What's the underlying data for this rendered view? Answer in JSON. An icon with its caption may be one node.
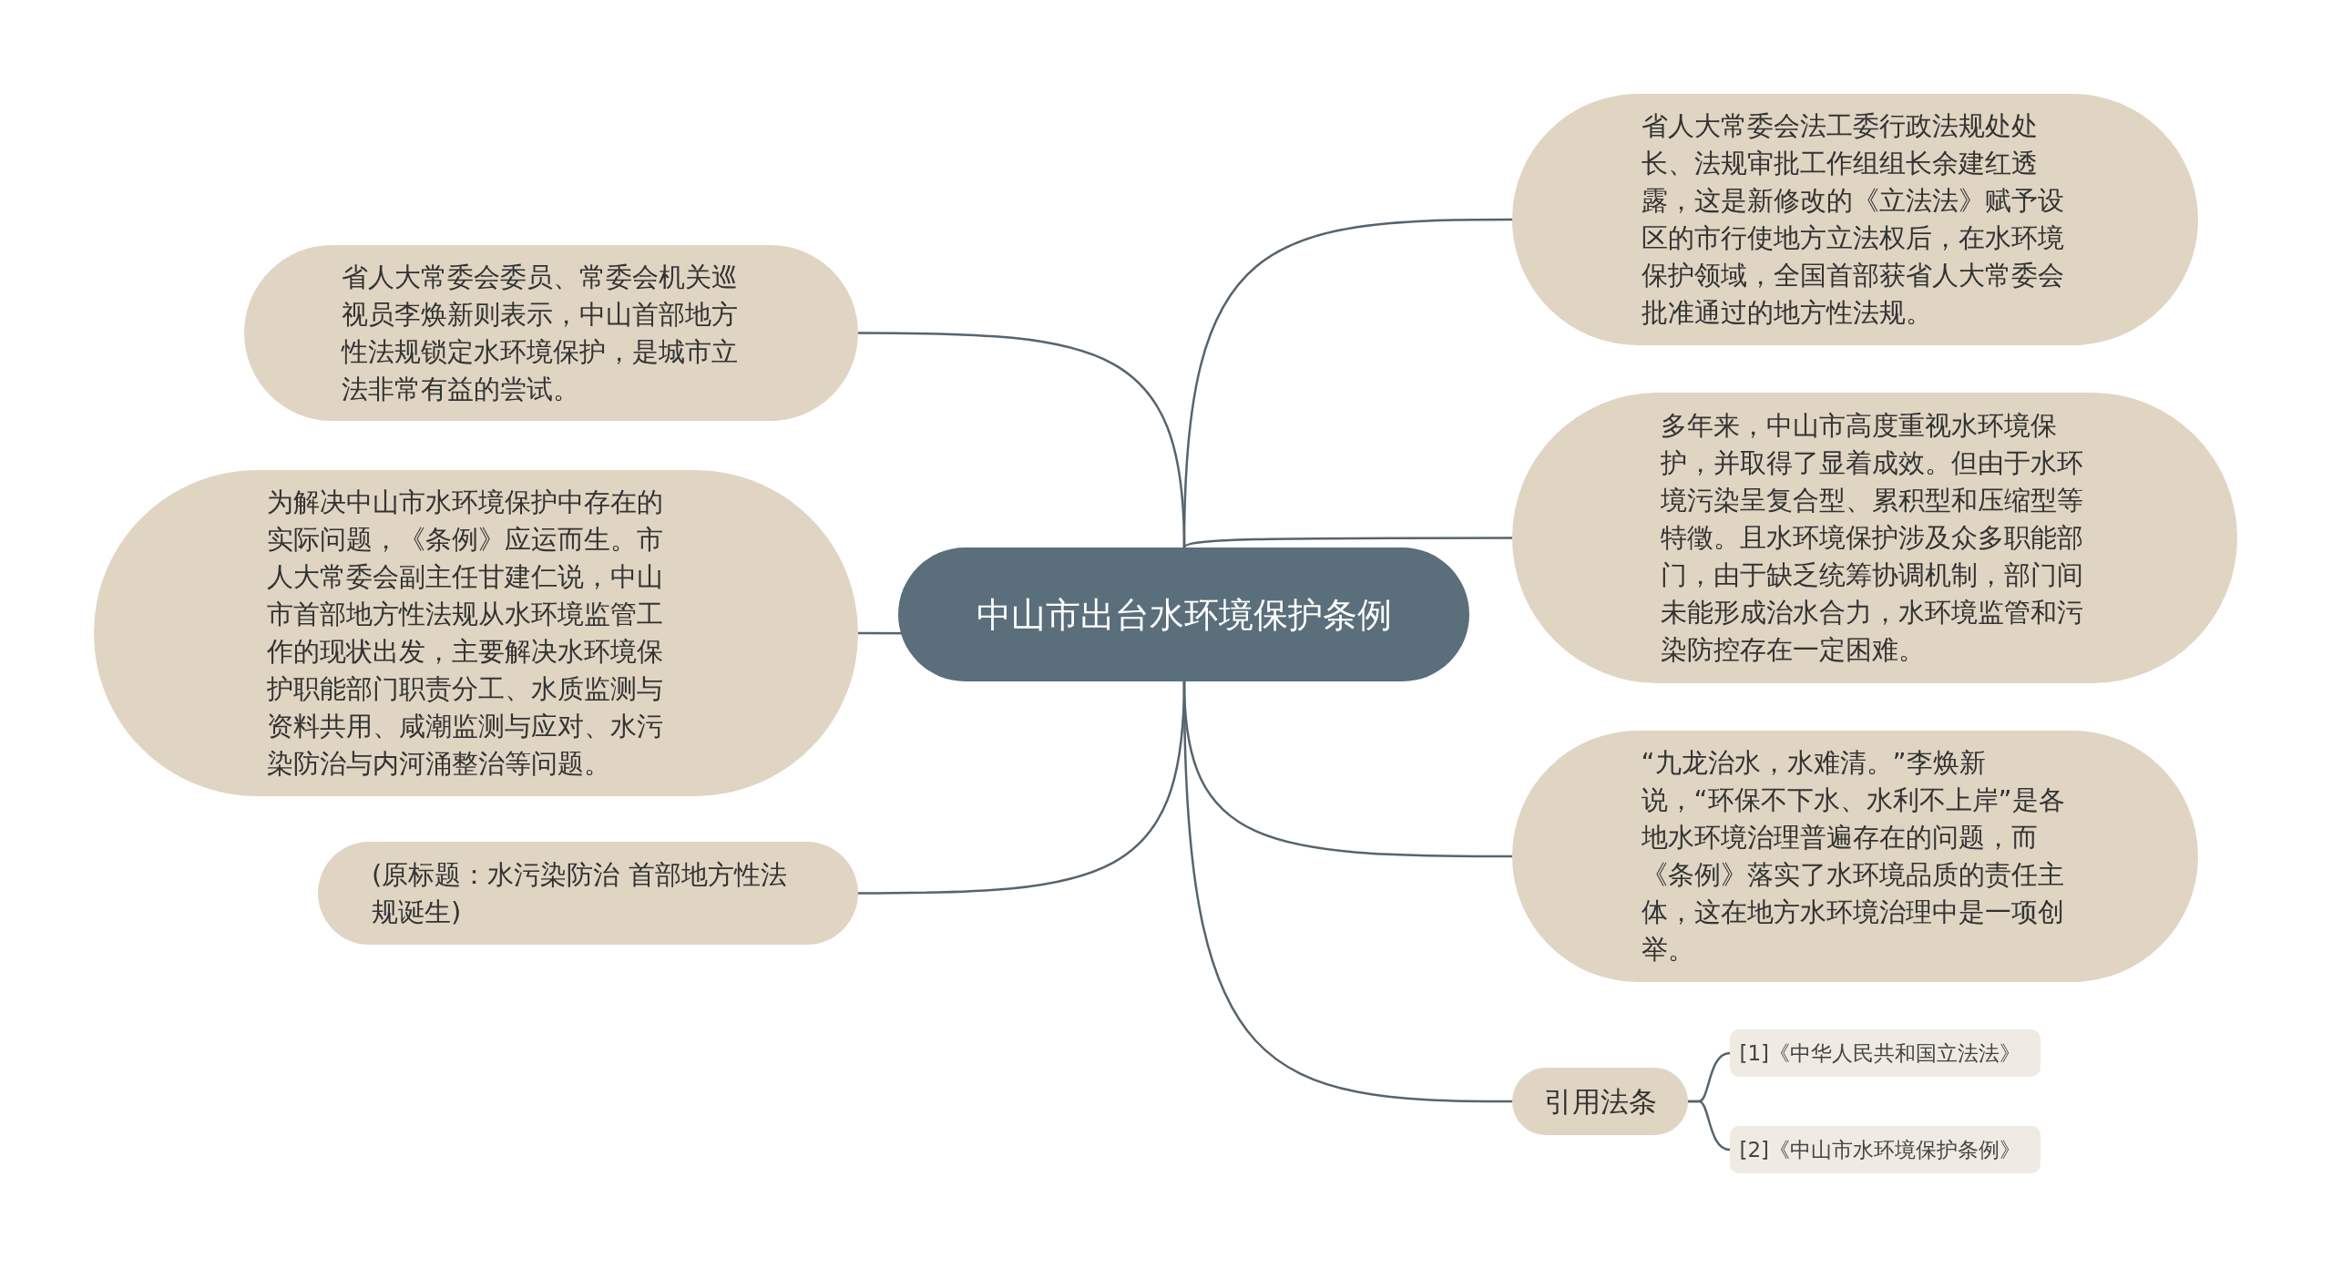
{
  "diagram": {
    "nodes": [
      {
        "text": [
          "中山市出台水环境保护条例"
        ]
      },
      {
        "text": [
          "省人大常委会委员、常委会机关巡视员李焕新则表示，中山首部地方性法规锁定水环境保护，是城市立法非常有益的尝试。"
        ]
      },
      {
        "text": [
          "为解决中山市水环境保护中存在的实际问题，《条例》应运而生。市人大常委会副主任甘建仁说，中山市首部地方性法规从水环境监管工作的现状出发，主要解决水环境保护职能部门职责分工、水质监测与资料共用、咸潮监测与应对、水污染防治与内河涌整治等问题。"
        ]
      },
      {
        "text": [
          "(原标题：水污染防治 首部地方性法规诞生)"
        ]
      },
      {
        "text": [
          "省人大常委会法工委行政法规处处长、法规审批工作组组长余建红透露，这是新修改的《立法法》赋予设区的市行使地方立法权后，在水环境保护领域，全国首部获省人大常委会批准通过的地方性法规。"
        ]
      },
      {
        "text": [
          "多年来，中山市高度重视水环境保护，并取得了显着成效。但由于水环境污染呈复合型、累积型和压缩型等特徵。且水环境保护涉及众多职能部门，由于缺乏统筹协调机制，部门间未能形成治水合力，水环境监管和污染防控存在一定困难。"
        ]
      },
      {
        "text": [
          "“九龙治水，水难清。”李焕新说，“环保不下水、水利不上岸”是各地水环境治理普遍存在的问题，而《条例》落实了水环境品质的责任主体，这在地方水环境治理中是一项创举。"
        ]
      },
      {
        "text": [
          "引用法条"
        ]
      },
      {
        "text": [
          "[1]《中华人民共和国立法法》"
        ]
      },
      {
        "text": [
          "[2]《中山市水环境保护条例》"
        ]
      }
    ],
    "edges": [
      {
        "from": 0,
        "to": 1,
        "arrow": "none"
      },
      {
        "from": 0,
        "to": 2,
        "arrow": "none"
      },
      {
        "from": 0,
        "to": 3,
        "arrow": "none"
      },
      {
        "from": 0,
        "to": 4,
        "arrow": "none"
      },
      {
        "from": 0,
        "to": 5,
        "arrow": "none"
      },
      {
        "from": 0,
        "to": 6,
        "arrow": "none"
      },
      {
        "from": 0,
        "to": 7,
        "arrow": "none"
      },
      {
        "from": 7,
        "to": 8,
        "arrow": "none"
      },
      {
        "from": 7,
        "to": 9,
        "arrow": "none"
      }
    ]
  }
}
